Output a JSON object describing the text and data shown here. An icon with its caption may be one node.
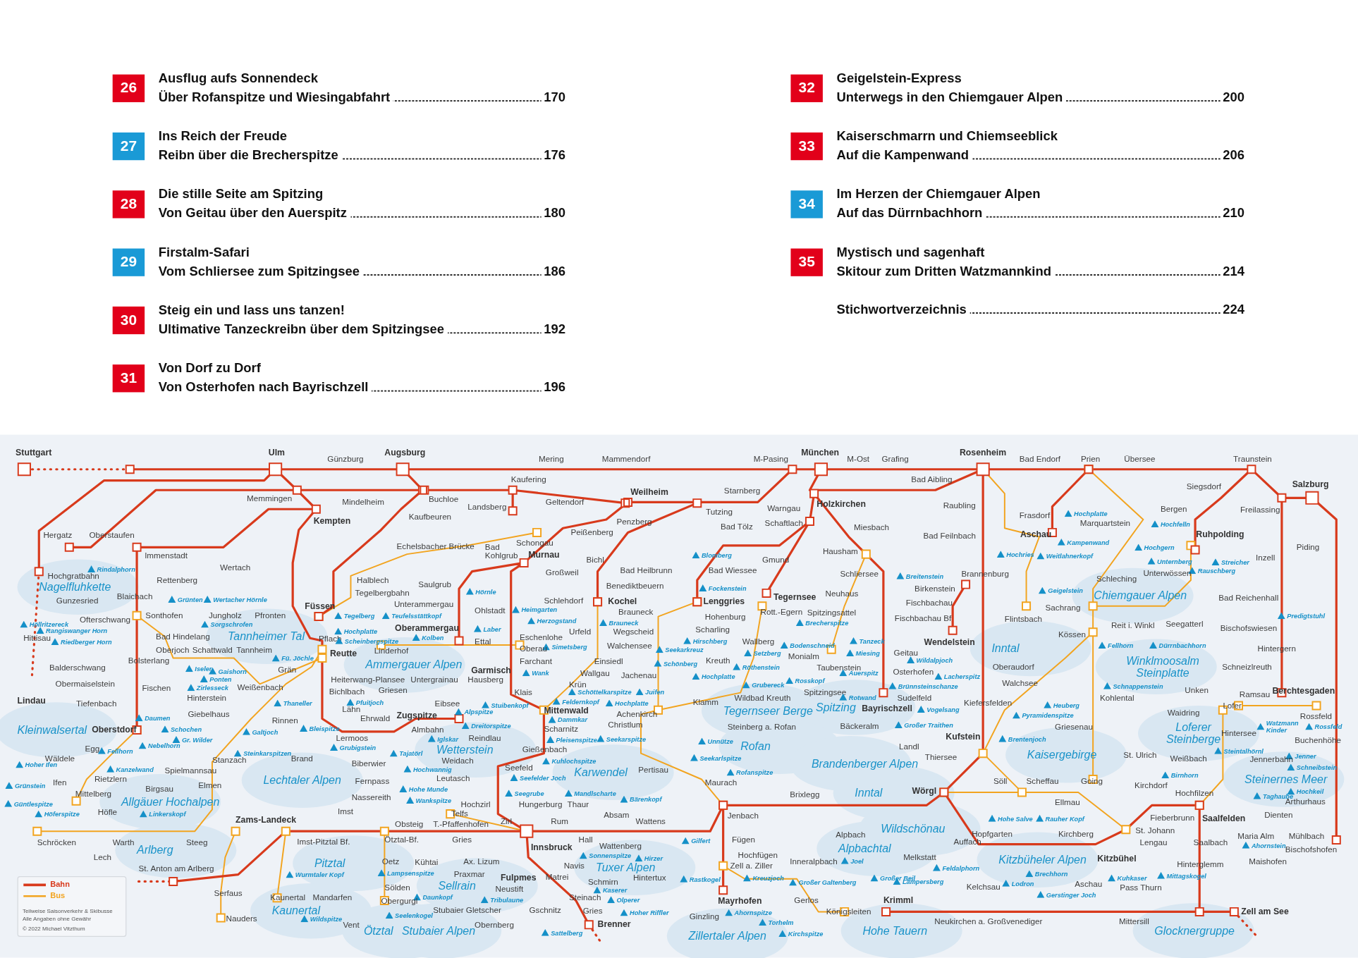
{
  "diagram": {
    "labels": [
      "26",
      "Ausflug aufs Sonnendeck",
      "Über Rofanspitze und Wiesingabfahrt",
      "170",
      "27",
      "Ins Reich der Freude",
      "Reibn über die Brecherspitze",
      "176",
      "28",
      "Die stille Seite am Spitzing",
      "Von Geitau über den Auerspitz",
      "180",
      "29",
      "Firstalm-Safari",
      "Vom Schliersee zum Spitzingsee",
      "186",
      "30",
      "Steig ein und lass uns tanzen!",
      "Ultimative Tanzeckreibn über dem Spitzingsee",
      "192",
      "31",
      "Von Dorf zu Dorf",
      "Von Osterhofen nach Bayrischzell",
      "196",
      "32",
      "Geigelstein-Express",
      "Unterwegs in den Chiemgauer Alpen",
      "200",
      "33",
      "Kaiserschmarrn und Chiemseeblick",
      "Auf die Kampenwand",
      "206",
      "34",
      "Im Herzen der Chiemgauer Alpen",
      "Auf das Dürrnbachhorn",
      "210",
      "35",
      "Mystisch und sagenhaft",
      "Skitour zum Dritten Watzmannkind",
      "214",
      "Stichwortverzeichnis",
      "224",
      "Stuttgart",
      "Ulm",
      "Günzburg",
      "Augsburg",
      "Mering",
      "Mammendorf",
      "M-Pasing",
      "München",
      "M-Ost",
      "Grafing",
      "Rosenheim",
      "Bad Endorf",
      "Prien",
      "Übersee",
      "Traunstein",
      "Kaufering",
      "Bad Aibling",
      "Salzburg",
      "Siegsdorf",
      "Starnberg",
      "Weilheim",
      "Memmingen",
      "Buchloe",
      "Mindelheim",
      "Geltendorf",
      "Raubling",
      "Landsberg",
      "Warngau",
      "Holzkirchen",
      "Bergen",
      "Freilassing",
      "Tutzing",
      "Kaufbeuren",
      "Frasdorf",
      "Kempten",
      "Penzberg",
      "Hochplatte",
      "Marquartstein",
      "Schaftlach",
      "Hochfelln",
      "Bad Tölz",
      "Miesbach",
      "Peißenberg",
      "Hergatz",
      "Oberstaufen",
      "Bad Feilnbach",
      "Aschau",
      "Ruhpolding",
      "Schongau",
      "Kampenwand",
      "Echelsbacher Brücke",
      "Piding",
      "Bad Kohlgrub",
      "Hochgern",
      "Hausham",
      "Murnau",
      "Hochries",
      "Immenstadt",
      "Blomberg",
      "Weitlahnerkopf",
      "Inzell",
      "Bichl",
      "Gmund",
      "Unternberg",
      "Streicher",
      "Wertach",
      "Rindalphorn",
      "Bad Heilbrunn",
      "Bad Wiessee",
      "Rauschberg",
      "Großweil",
      "Unterwössen",
      "Brannenburg",
      "Schliersee",
      "Hochgratbahn",
      "Breitenstein",
      "Schleching",
      "Rettenberg",
      "Halblech",
      "Saulgrub",
      "Benediktbeuern",
      "Nagelfluhkette",
      "Fockenstein",
      "Birkenstein",
      "Geigelstein",
      "Hörnle",
      "Tegelbergbahn",
      "Neuhaus",
      "Blaichach",
      "Chiemgauer Alpen",
      "Tegernsee",
      "Wertacher Hörnle",
      "Grünten",
      "Gunzesried",
      "Schlehdorf",
      "Kochel",
      "Lenggries",
      "Fischbachau",
      "Unterammergau",
      "Füssen",
      "Sachrang",
      "Bad Reichenhall",
      "Ohlstadt",
      "Heimgarten",
      "Brauneck",
      "Rott.-Egern",
      "Spitzingsattel",
      "Sonthofen",
      "Jungholz",
      "Pfronten",
      "Tegelberg",
      "Teufelsstättkopf",
      "Predigtstuhl",
      "Oberammergau",
      "Hohenburg",
      "Fischbachau Bf",
      "Flintsbach",
      "Ofterschwang",
      "Höllritzereck",
      "Herzogstand",
      "Brauneck",
      "Brecherspitze",
      "Sorgschrofen",
      "Reit i. Winkl",
      "Seegatterl",
      "Bischofswiesen",
      "Scharling",
      "Laber",
      "Rangiswanger Horn",
      "Hochplatte",
      "Urfeld",
      "Wegscheid",
      "Kössen",
      "Tannheimer Tal",
      "Bad Hindelang",
      "Hittisau",
      "Kolben",
      "Eschenlohe",
      "Pflach",
      "Scheinbergspitze",
      "Hirschberg",
      "Ettal",
      "Wallberg",
      "Tanzeck",
      "Riedberger Horn",
      "Wendelstein",
      "Bodenschneid",
      "Fellhorn",
      "Dürrnbachhorn",
      "Walchensee",
      "Simetsberg",
      "Inntal",
      "Hintergern",
      "Oberau",
      "Oberjoch",
      "Schattwald",
      "Tannheim",
      "Seekarkreuz",
      "Linderhof",
      "Geitau",
      "Reutte",
      "Setzberg",
      "Miesing",
      "Monialm",
      "Fü. Jöchle",
      "Bolsterlang",
      "Wildalpjoch",
      "Farchant",
      "Einsiedl",
      "Kreuth",
      "Schönberg",
      "Ammergauer Alpen",
      "Winklmoosalm Steinplatte",
      "Oberaudorf",
      "Schneizlreuth",
      "Balderschwang",
      "Taubenstein",
      "Röthenstein",
      "Iseler",
      "Grän",
      "Garmisch",
      "Gaishorn",
      "Osterhofen",
      "Wallgau",
      "Wank",
      "Auerspitz",
      "Jachenau",
      "Hochplatte",
      "Lacherspitz",
      "Ponten",
      "Heiterwang-Plansee",
      "Untergrainau",
      "Hausberg",
      "Rosskopf",
      "Walchsee",
      "Obermaiselstein",
      "Krün",
      "Grubereck",
      "Schnappenstein",
      "Brünnsteinschanze",
      "Weißenbach",
      "Fischen",
      "Zirlesseck",
      "Unken",
      "Griesen",
      "Berchtesgaden",
      "Bichlbach",
      "Klais",
      "Schöttelkarspitze",
      "Juifen",
      "Spitzingsee",
      "Ramsau",
      "Wildbad Kreuth",
      "Sudelfeld",
      "Kohlental",
      "Hinterstein",
      "Rotwand",
      "Lindau",
      "Klamm",
      "Feldernkopf",
      "Pfuitjoch",
      "Kiefersfelden",
      "Eibsee",
      "Tiefenbach",
      "Thaneller",
      "Hochplatte",
      "Heuberg",
      "Stuibenkopf",
      "Lofer",
      "Spitzing",
      "Lähn",
      "Bayrischzell",
      "Vogelsang",
      "Tegernseer Berge",
      "Mittenwald",
      "Alpspitze",
      "Waidring",
      "Giebelhaus",
      "Achenkirch",
      "Rossfeld",
      "Pyramidenspitze",
      "Zugspitze",
      "Daumen",
      "Ehrwald",
      "Rinnen",
      "Dammkar",
      "Christlum",
      "Dreitorspitze",
      "Bäckeralm",
      "Großer Traithen",
      "Steinberg a. Rofan",
      "Griesenau",
      "Watzmann Kinder",
      "Rossfeld",
      "Scharnitz",
      "Bleispitze",
      "Kleinwalsertal",
      "Oberstdorf",
      "Schochen",
      "Almbahn",
      "Hintersee",
      "Galtjoch",
      "Loferer Steinberge",
      "Kufstein",
      "Lermoos",
      "Reindlau",
      "Iglskar",
      "Seekarspitze",
      "Brentenjoch",
      "Pleisenspitze",
      "Gr. Wilder",
      "Buchenhöhe",
      "Unnütze",
      "Nebelhorn",
      "Landl",
      "Rofan",
      "Grubigstein",
      "Egg",
      "Wetterstein",
      "Gießenbach",
      "Fellhorn",
      "Steintalhörnl",
      "Tajatörl",
      "Steinkarspitzen",
      "Kaisergebirge",
      "St. Ulrich",
      "Jenner",
      "Thiersee",
      "Brand",
      "Wäldele",
      "Seekarlspitze",
      "Weißbach",
      "Jennerbahn",
      "Stanzach",
      "Weidach",
      "Kuhlochspitze",
      "Biberwier",
      "Brandenberger Alpen",
      "Hoher Ifen",
      "Schneibstein",
      "Seefeld",
      "Pertisau",
      "Hochwannig",
      "Kanzelwand",
      "Spielmannsau",
      "Karwendel",
      "Rofanspitze",
      "Birnhorn",
      "Leutasch",
      "Seefelder Joch",
      "Rietzlern",
      "Steinernes Meer",
      "Lechtaler Alpen",
      "Fernpass",
      "Söll",
      "Scheffau",
      "Going",
      "Ifen",
      "Maurach",
      "Elmen",
      "Kirchdorf",
      "Grünstein",
      "Birgsau",
      "Hohe Munde",
      "Hochkeil",
      "Wörgl",
      "Inntal",
      "Hochfilzen",
      "Seegrube",
      "Mandlscharte",
      "Mittelberg",
      "Brixlegg",
      "Taghaube",
      "Nassereith",
      "Bärenkopf",
      "Wankspitze",
      "Allgäuer Hochalpen",
      "Arthurhaus",
      "Ellmau",
      "Güntlespitze",
      "Hochzirl",
      "Hungerburg",
      "Thaur",
      "Imst",
      "Höfle",
      "Telfs",
      "Absam",
      "Dienten",
      "Höferspitze",
      "Linkerskopf",
      "Jenbach",
      "Fieberbrunn",
      "Hohe Salve",
      "Rauher Kopf",
      "Saalfelden",
      "Zams-Landeck",
      "Zirl",
      "Rum",
      "Wattens",
      "Obsteig",
      "T.-Pfaffenhofen",
      "Wildschönau",
      "St. Johann",
      "Hopfgarten",
      "Kirchberg",
      "Alpbach",
      "Maria Alm",
      "Mühlbach",
      "Ötztal-Bf.",
      "Gries",
      "Hall",
      "Fügen",
      "Imst-Pitztal Bf.",
      "Auffach",
      "Gilfert",
      "Schröcken",
      "Warth",
      "Steeg",
      "Lengau",
      "Saalbach",
      "Wattenberg",
      "Ahornstein",
      "Innsbruck",
      "Bischofshofen",
      "Arlberg",
      "Alpbachtal",
      "Hochfügen",
      "Sonnenspitze",
      "Melkstatt",
      "Lech",
      "Kitzbühel",
      "Hirzer",
      "Kitzbüheler Alpen",
      "Ax. Lizum",
      "Oetz",
      "Kühtai",
      "Inneralpbach",
      "Joel",
      "Maishofen",
      "Pitztal",
      "Hinterglemm",
      "Navis",
      "Zell a. Ziller",
      "Tuxer Alpen",
      "Feldalphorn",
      "St. Anton am Arlberg",
      "Lampsenspitze",
      "Praxmar",
      "Brechhorn",
      "Wurmtaler Kopf",
      "Mittagskogel",
      "Matrei",
      "Fulpmes",
      "Hintertux",
      "Kuhkaser",
      "Großer Beil",
      "Kreuzjoch",
      "Rastkogel",
      "Schmirn",
      "Lämpersberg",
      "Großer Galtenberg",
      "Aschau",
      "Lodron",
      "Sellrain",
      "Kelchsau",
      "Pass Thurn",
      "Sölden",
      "Neustift",
      "Kaserer",
      "Serfaus",
      "Gerstinger Joch",
      "Kaunertal",
      "Mandarfen",
      "Daunkopf",
      "Steinach",
      "Gerlos",
      "Krimml",
      "Tribulaune",
      "Olperer",
      "Obergurgl",
      "Mayrhofen",
      "Stubaier Gletscher",
      "Gschnitz",
      "Gries",
      "Kaunertal",
      "Königsleiten",
      "Zell am See",
      "Ahornspitze",
      "Hoher Riffler",
      "Seelenkogel",
      "Ginzling",
      "Nauders",
      "Wildspitze",
      "Neukirchen a. Großvenediger",
      "Mittersill",
      "Torhelm",
      "Vent",
      "Obernberg",
      "Brenner",
      "Ötztal",
      "Stubaier Alpen",
      "Hohe Tauern",
      "Glocknergruppe",
      "Sattelberg",
      "Kirchspitze",
      "Zillertaler Alpen",
      "Teilweise Saisonverkehr & Skibusse",
      "Alle Angaben ohne Gewähr",
      "© 2022 Michael Vitzthum"
    ],
    "legend": [
      {
        "text": "Bahn"
      },
      {
        "text": "Bus"
      }
    ]
  }
}
